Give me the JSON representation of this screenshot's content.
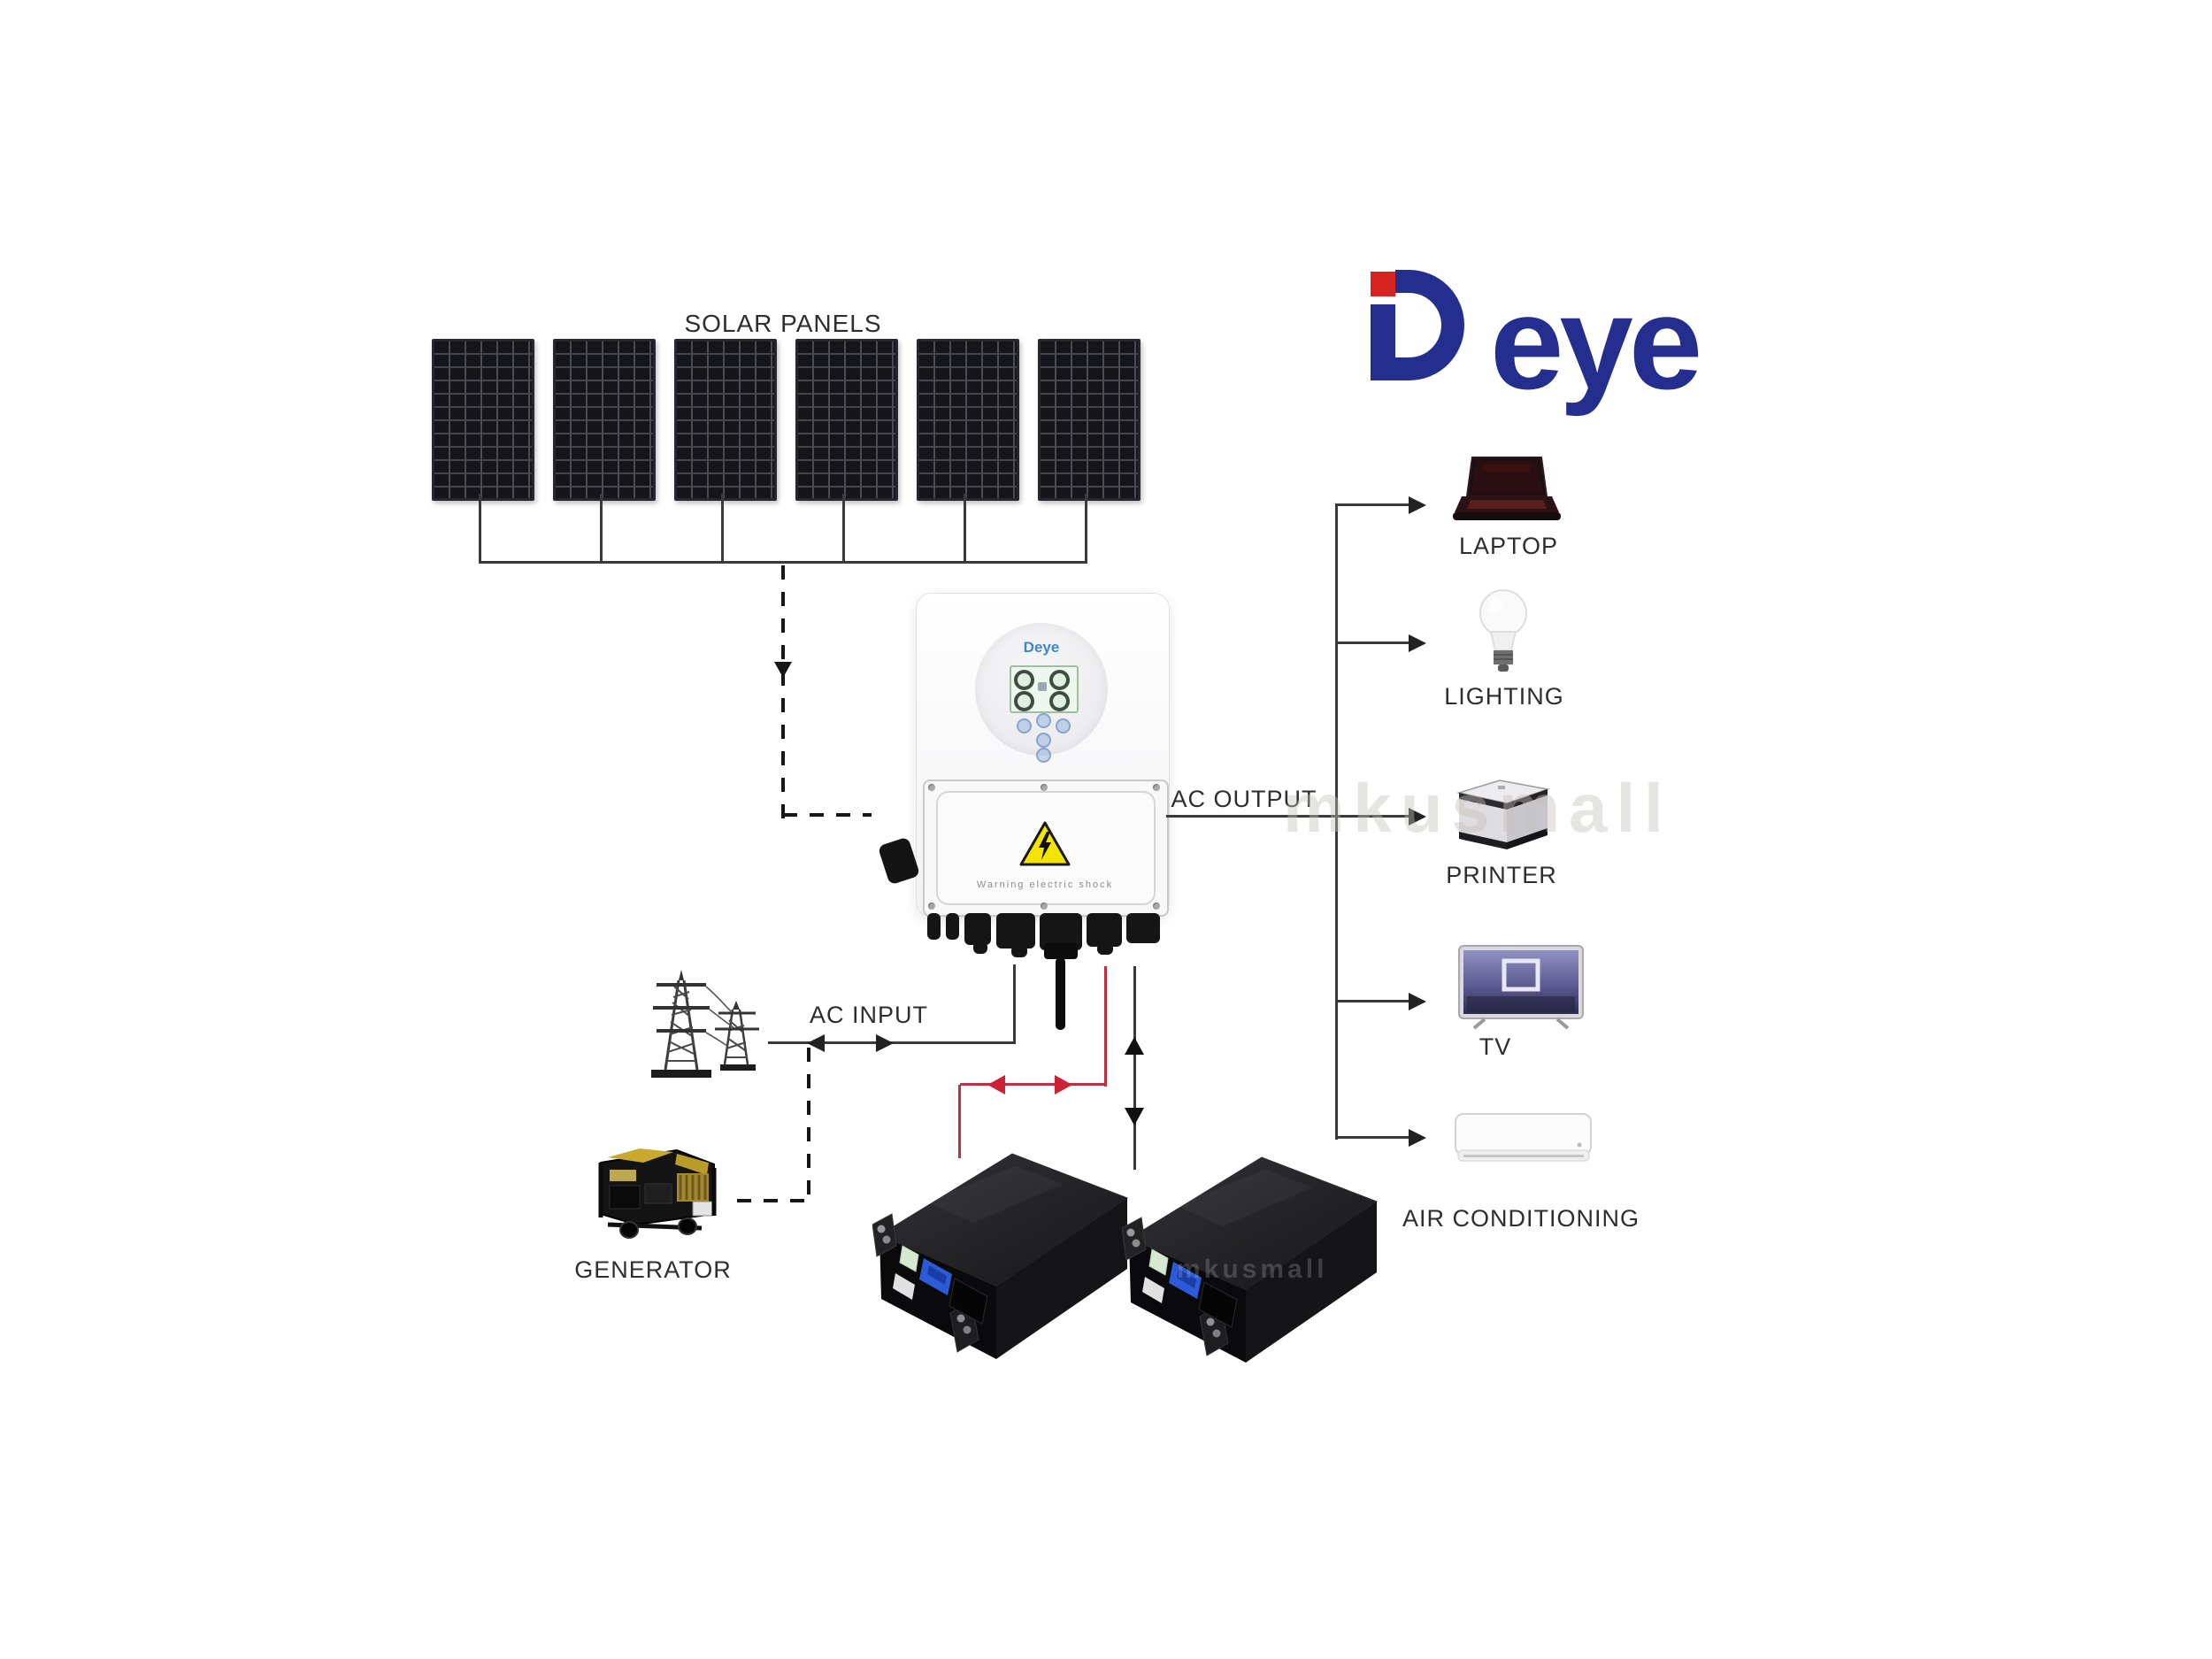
{
  "watermark": "mkusmall",
  "brand": {
    "name": "Deye",
    "wordmark_tail": "eye",
    "accent_red": "#d7231f",
    "blue": "#232e8e"
  },
  "solar": {
    "label": "SOLAR PANELS",
    "panel_count": 6
  },
  "inverter": {
    "brand": "Deye",
    "warning": "Warning electric shock"
  },
  "flows": {
    "ac_output": "AC OUTPUT",
    "ac_input": "AC INPUT"
  },
  "sources": {
    "generator_label": "GENERATOR",
    "grid": "utility-towers",
    "battery_count": 2
  },
  "loads": [
    {
      "id": "laptop",
      "label": "LAPTOP"
    },
    {
      "id": "lighting",
      "label": "LIGHTING"
    },
    {
      "id": "printer",
      "label": "PRINTER"
    },
    {
      "id": "tv",
      "label": "TV"
    },
    {
      "id": "air-conditioning",
      "label": "AIR CONDITIONING"
    }
  ],
  "colors": {
    "line": "#3a3a3a",
    "battery_flow": "#c03040",
    "dashed": "#161616"
  }
}
